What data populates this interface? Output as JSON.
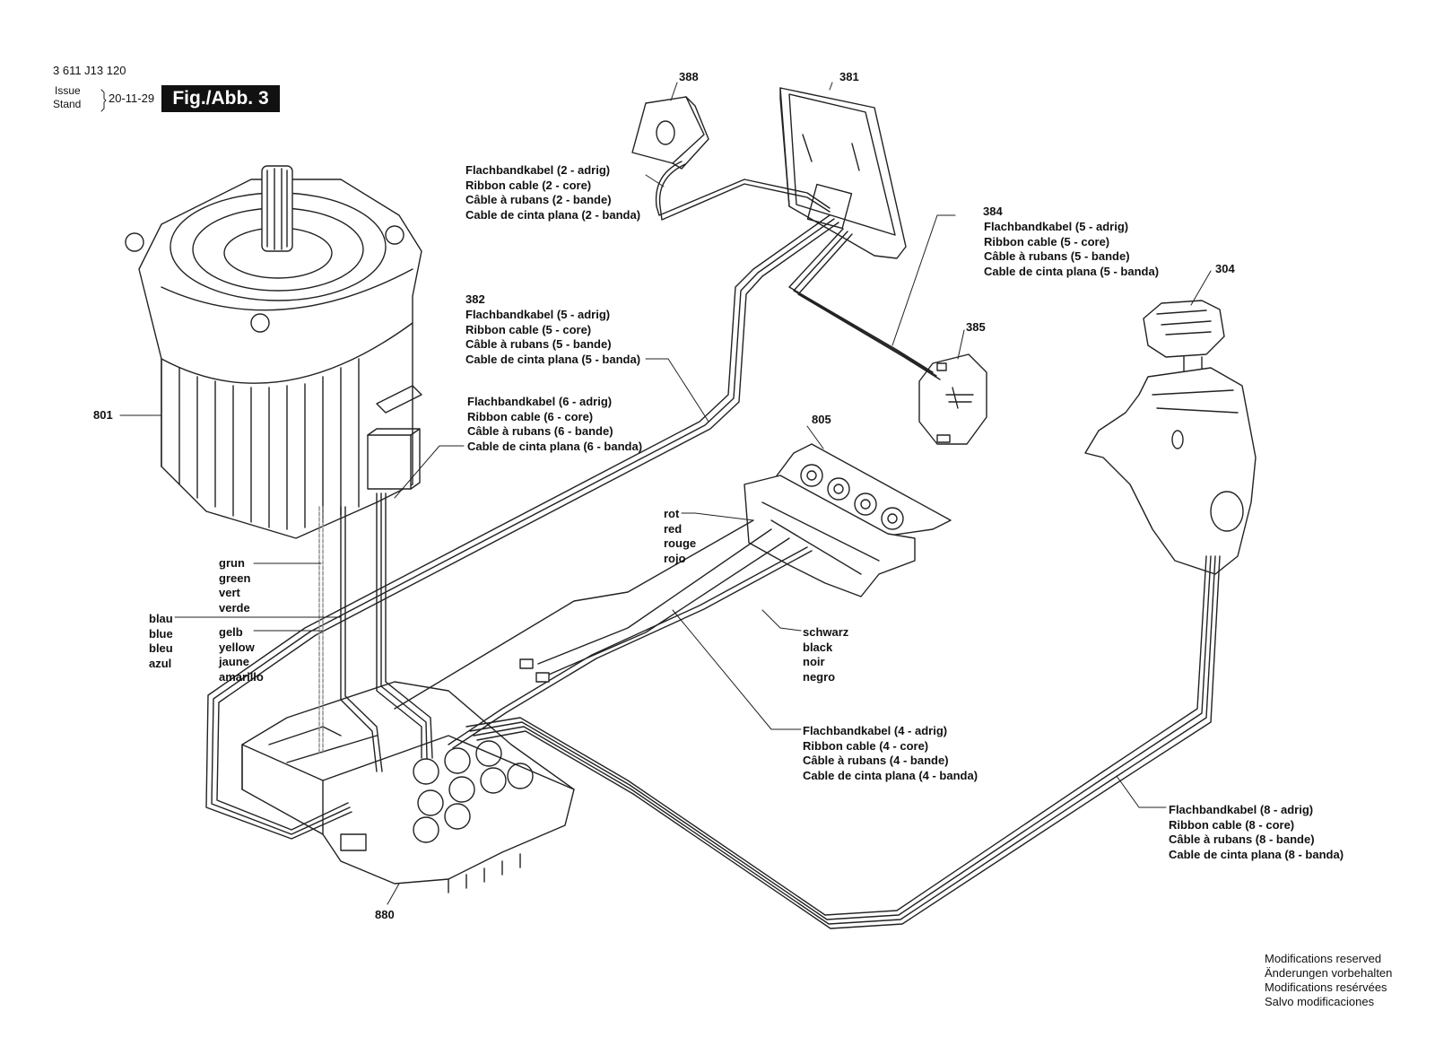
{
  "header": {
    "doc_number": "3 611 J13 120",
    "issue_label": "Issue",
    "stand_label": "Stand",
    "date": "20-11-29",
    "figure": "Fig./Abb. 3"
  },
  "parts": {
    "p388": "388",
    "p381": "381",
    "p384": "384",
    "p304": "304",
    "p385": "385",
    "p382": "382",
    "p801": "801",
    "p805": "805",
    "p880": "880"
  },
  "labels": {
    "cable_2": [
      "Flachbandkabel (2 - adrig)",
      "Ribbon cable (2 - core)",
      "Câble à rubans (2 - bande)",
      "Cable de cinta plana (2 - banda)"
    ],
    "cable_5a": [
      "Flachbandkabel (5 - adrig)",
      "Ribbon cable (5 - core)",
      "Câble à rubans (5 - bande)",
      "Cable de cinta plana (5 - banda)"
    ],
    "cable_5b": [
      "Flachbandkabel (5 - adrig)",
      "Ribbon cable (5 - core)",
      "Câble à rubans (5 - bande)",
      "Cable de cinta plana (5 - banda)"
    ],
    "cable_6": [
      "Flachbandkabel (6 - adrig)",
      "Ribbon cable (6 - core)",
      "Câble à rubans (6 - bande)",
      "Cable de cinta plana (6 - banda)"
    ],
    "cable_4": [
      "Flachbandkabel (4 - adrig)",
      "Ribbon cable (4 - core)",
      "Câble à rubans (4 - bande)",
      "Cable de cinta plana (4 - banda)"
    ],
    "cable_8": [
      "Flachbandkabel (8 - adrig)",
      "Ribbon cable (8 - core)",
      "Câble à rubans (8 - bande)",
      "Cable de cinta plana (8 - banda)"
    ],
    "red": [
      "rot",
      "red",
      "rouge",
      "rojo"
    ],
    "black": [
      "schwarz",
      "black",
      "noir",
      "negro"
    ],
    "green": [
      "grun",
      "green",
      "vert",
      "verde"
    ],
    "blue": [
      "blau",
      "blue",
      "bleu",
      "azul"
    ],
    "yellow": [
      "gelb",
      "yellow",
      "jaune",
      "amarillo"
    ]
  },
  "footer": [
    "Modifications reserved",
    "Änderungen vorbehalten",
    "Modifications resérvées",
    "Salvo modificaciones"
  ]
}
